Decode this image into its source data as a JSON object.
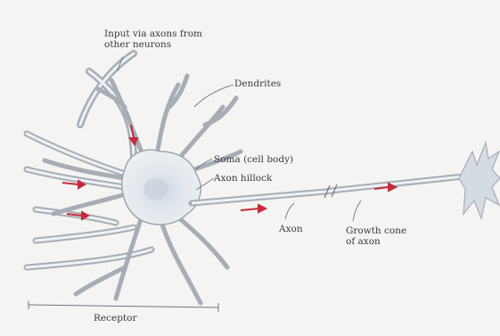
{
  "labels": {
    "input": [
      "Input via axons from",
      "other neurons"
    ],
    "dendrites": "Dendrites",
    "soma": "Soma (cell body)",
    "hillock": "Axon hillock",
    "axon": "Axon",
    "growth_cone": [
      "Growth cone",
      "of axon"
    ],
    "bottom": "Receptor"
  },
  "colors": {
    "background": "#f4f4f2",
    "membrane": "#a7adb7",
    "fill": "#dfe4ea",
    "signal": "#c42b3a",
    "ink": "#3a3a3a"
  }
}
